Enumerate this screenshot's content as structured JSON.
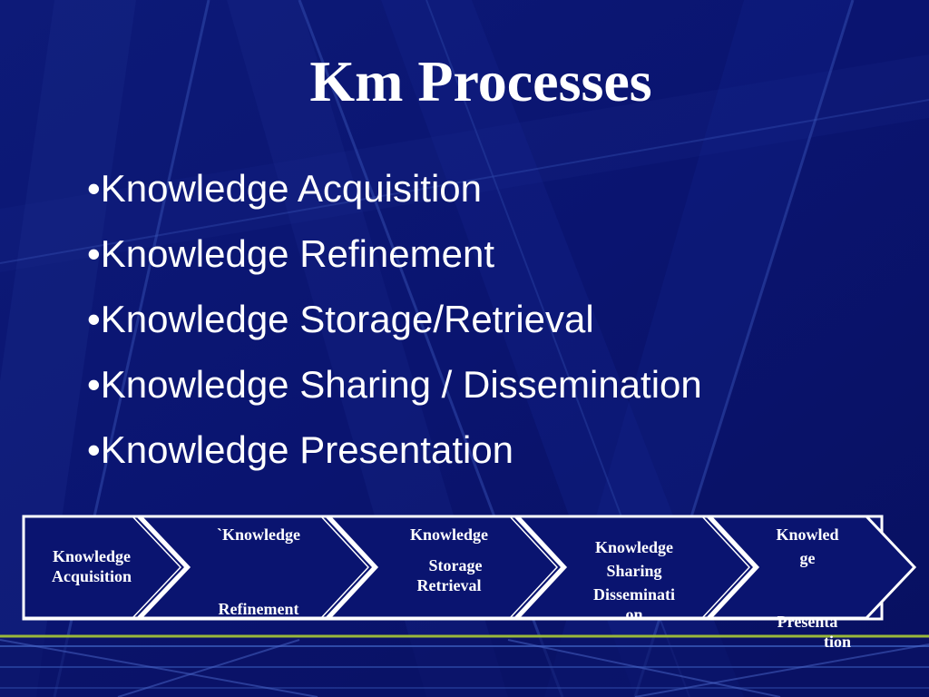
{
  "slide": {
    "title": "Km Processes",
    "bullet_marker": "•",
    "bullets": [
      "Knowledge Acquisition",
      "Knowledge Refinement",
      "Knowledge Storage/Retrieval",
      "Knowledge Sharing / Dissemination",
      "Knowledge Presentation"
    ]
  },
  "flow": {
    "steps": [
      {
        "lines": [
          "Knowledge",
          "Acquisition"
        ]
      },
      {
        "lines": [
          "`Knowledge",
          "Refinement"
        ]
      },
      {
        "lines": [
          "Knowledge",
          "Storage",
          "Retrieval"
        ]
      },
      {
        "lines": [
          "Knowledge",
          "Sharing",
          "Disseminati",
          "on"
        ]
      },
      {
        "lines": [
          "Knowled",
          "ge",
          "Presenta",
          "tion"
        ]
      }
    ]
  },
  "colors": {
    "background": "#0a1470",
    "text": "#ffffff",
    "accent_line": "#9ab83a",
    "diagram_fill": "#0a1470",
    "diagram_stroke": "#ffffff"
  }
}
